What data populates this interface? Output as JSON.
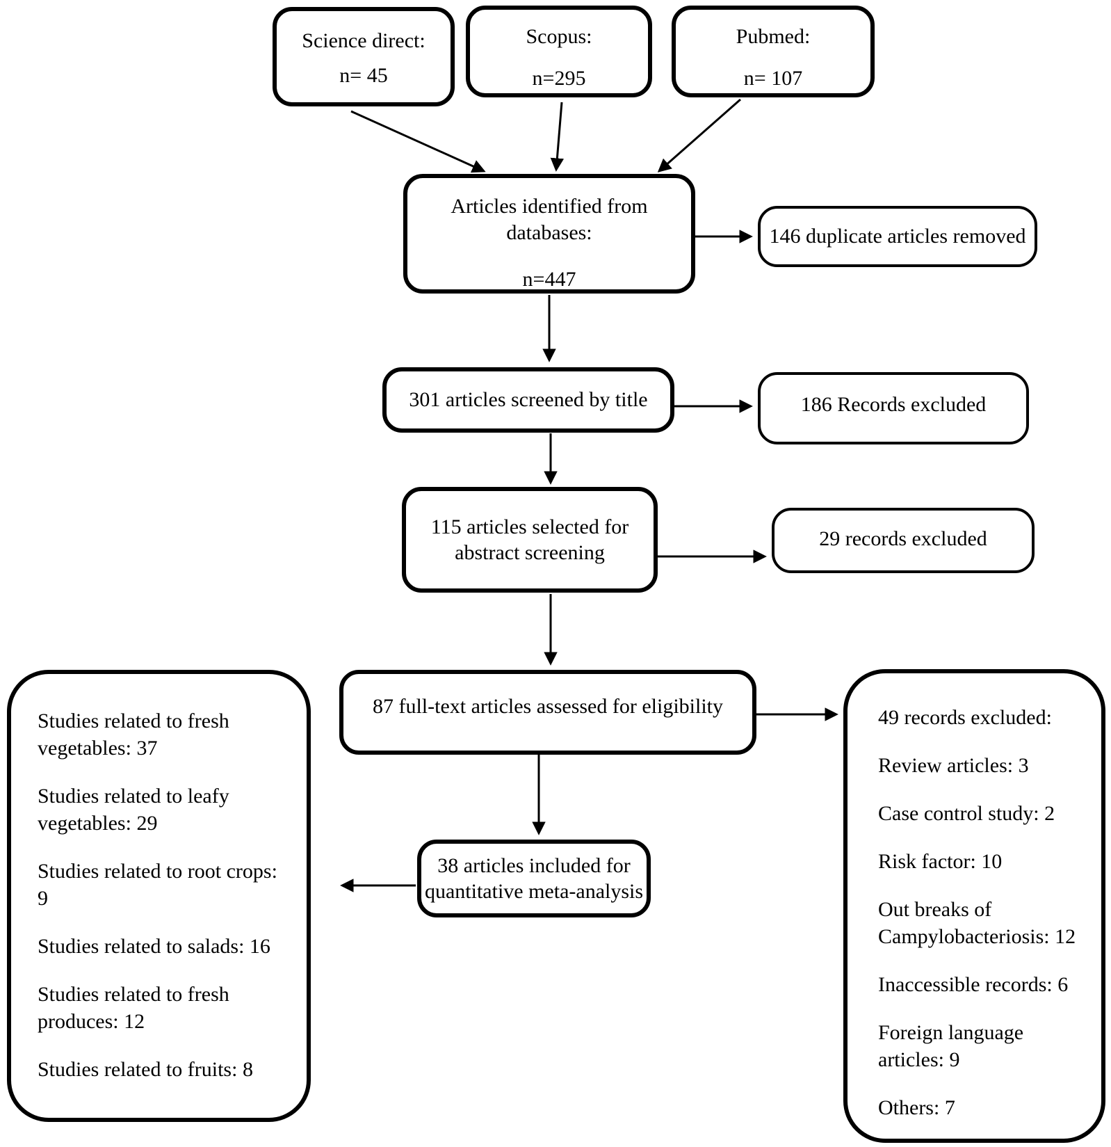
{
  "page": {
    "background": "#ffffff",
    "line_color": "#000000"
  },
  "flow": {
    "sources": [
      {
        "label": "Science direct:",
        "count": "n= 45"
      },
      {
        "label": "Scopus:",
        "count": "n=295"
      },
      {
        "label": "Pubmed:",
        "count": "n= 107"
      }
    ],
    "identified": {
      "text": "Articles identified from databases:",
      "count": "n=447"
    },
    "duplicates_removed": {
      "text": "146 duplicate articles removed"
    },
    "screened_by_title": {
      "text": "301 articles screened by title"
    },
    "excluded_title": {
      "text": "186 Records excluded"
    },
    "abstract_screening": {
      "line1": "115 articles selected for",
      "line2": "abstract screening"
    },
    "excluded_abstract": {
      "text": "29 records excluded"
    },
    "fulltext_assessed": {
      "text": "87 full-text articles assessed for eligibility"
    },
    "excluded_fulltext": {
      "items": [
        "49 records excluded:",
        "Review articles: 3",
        "Case control study: 2",
        "Risk factor: 10",
        "Out breaks of Campylobacteriosis: 12",
        "Inaccessible records: 6",
        "Foreign language articles: 9",
        "Others: 7"
      ]
    },
    "included_meta_analysis": {
      "line1": "38 articles included for",
      "line2": "quantitative meta-analysis"
    },
    "study_categories": {
      "items": [
        "Studies related to fresh vegetables: 37",
        "Studies related to leafy vegetables: 29",
        "Studies related to root crops: 9",
        "Studies related to salads: 16",
        "Studies related to fresh produces: 12",
        "Studies related to fruits: 8"
      ]
    }
  }
}
